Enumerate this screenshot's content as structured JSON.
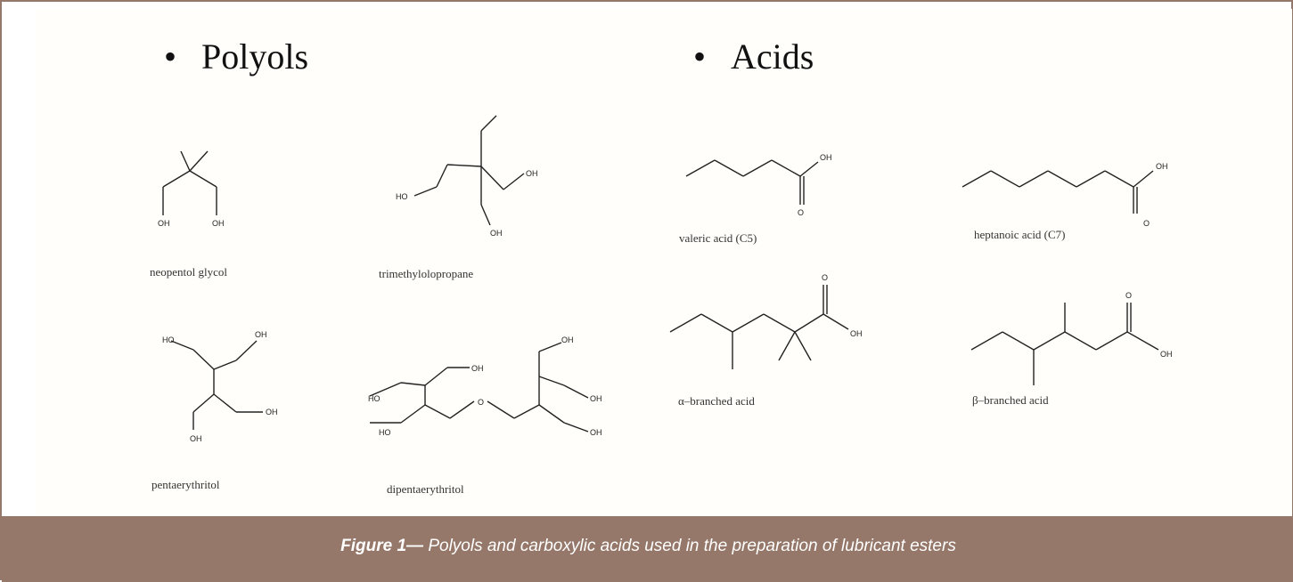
{
  "sections": {
    "polyols": {
      "bullet": "•",
      "title": "Polyols"
    },
    "acids": {
      "bullet": "•",
      "title": "Acids"
    }
  },
  "compounds": {
    "neopentyl_glycol": {
      "label": "neopentol glycol",
      "atoms": [
        "OH",
        "OH"
      ]
    },
    "trimethylolpropane": {
      "label": "trimethylolopropane",
      "atoms": [
        "HO",
        "OH",
        "OH"
      ]
    },
    "pentaerythritol": {
      "label": "pentaerythritol",
      "atoms": [
        "HO",
        "OH",
        "OH",
        "OH"
      ]
    },
    "dipentaerythritol": {
      "label": "dipentaerythritol",
      "atoms": [
        "OH",
        "HO",
        "HO",
        "O",
        "OH",
        "OH",
        "OH"
      ]
    },
    "valeric_acid": {
      "label": "valeric acid (C5)",
      "atoms": [
        "OH",
        "O"
      ]
    },
    "heptanoic_acid": {
      "label": "heptanoic acid (C7)",
      "atoms": [
        "OH",
        "O"
      ]
    },
    "alpha_branched_acid": {
      "label": "α–branched acid",
      "atoms": [
        "O",
        "OH"
      ]
    },
    "beta_branched_acid": {
      "label": "β–branched acid",
      "atoms": [
        "O",
        "OH"
      ]
    }
  },
  "caption": {
    "prefix": "Figure 1—",
    "text": " Polyols and carboxylic acids used in the preparation of lubricant esters"
  }
}
